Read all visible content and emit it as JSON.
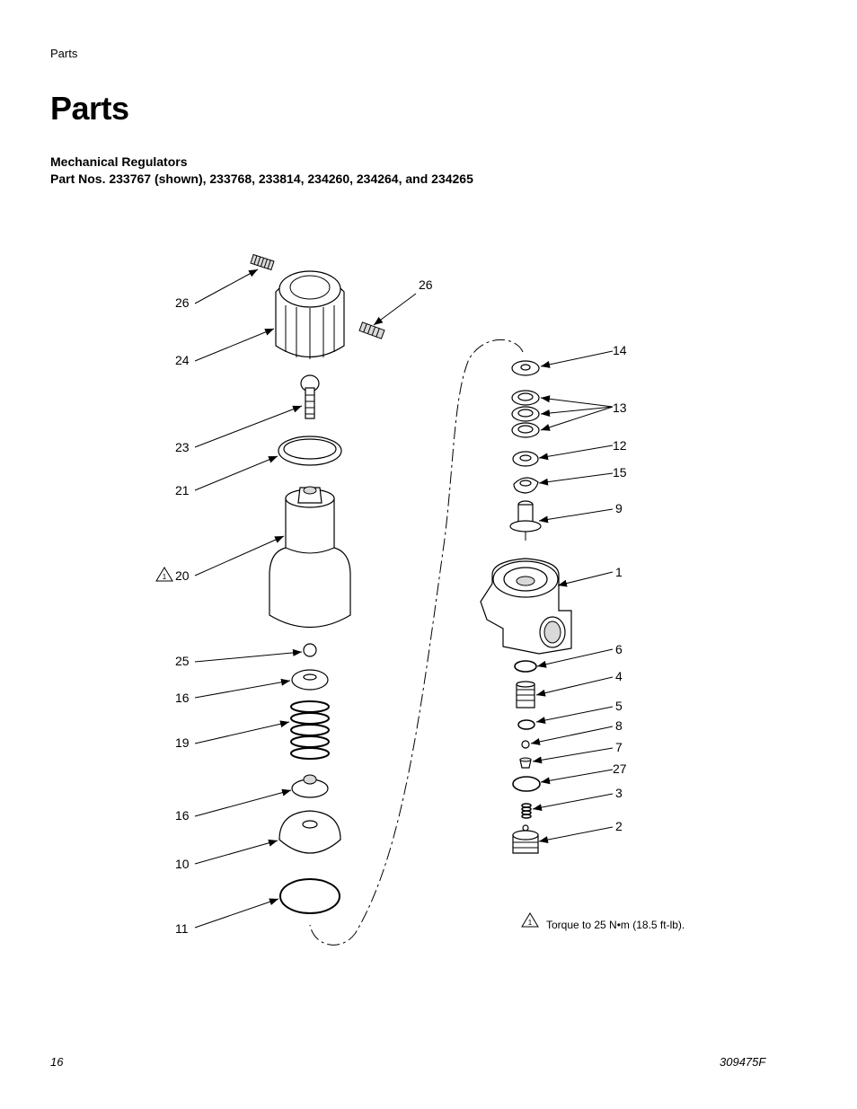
{
  "header": {
    "running_head": "Parts"
  },
  "page": {
    "title": "Parts",
    "subtitle_line1": "Mechanical Regulators",
    "subtitle_line2": "Part Nos. 233767 (shown), 233768, 233814, 234260, 234264, and 234265"
  },
  "diagram": {
    "callouts_left": [
      "26",
      "24",
      "23",
      "21",
      "20",
      "25",
      "16",
      "19",
      "16",
      "10",
      "11"
    ],
    "callouts_top": [
      "26"
    ],
    "callouts_right": [
      "14",
      "13",
      "12",
      "15",
      "9",
      "1",
      "6",
      "4",
      "5",
      "8",
      "7",
      "27",
      "3",
      "2"
    ],
    "warning_symbol": "1",
    "note": "Torque to 25 N•m (18.5 ft-lb)."
  },
  "footer": {
    "page_number": "16",
    "doc_number": "309475F"
  }
}
